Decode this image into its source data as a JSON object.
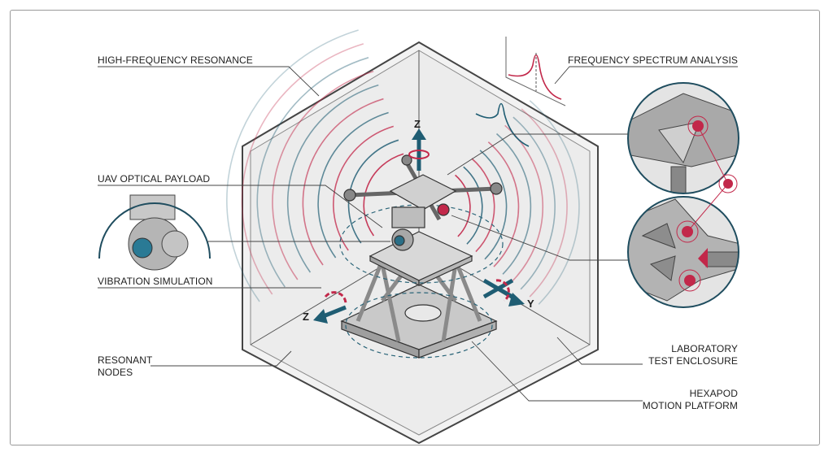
{
  "labels": {
    "high_frequency_resonance": "HIGH-FREQUENCY RESONANCE",
    "uav_optical_payload": "UAV OPTICAL PAYLOAD",
    "vibration_simulation": "VIBRATION SIMULATION",
    "resonant_nodes_1": "RESONANT",
    "resonant_nodes_2": "NODES",
    "frequency_spectrum_analysis": "FREQUENCY SPECTRUM ANALYSIS",
    "laboratory_1": "LABORATORY",
    "laboratory_2": "TEST ENCLOSURE",
    "hexapod_1": "HEXAPOD",
    "hexapod_2": "MOTION PLATFORM"
  },
  "axes": {
    "z_top": "Z",
    "z_left": "Z",
    "y": "Y"
  },
  "colors": {
    "accent_red": "#c2284a",
    "accent_teal": "#1f5d73",
    "metal": "#b9b9b9"
  }
}
